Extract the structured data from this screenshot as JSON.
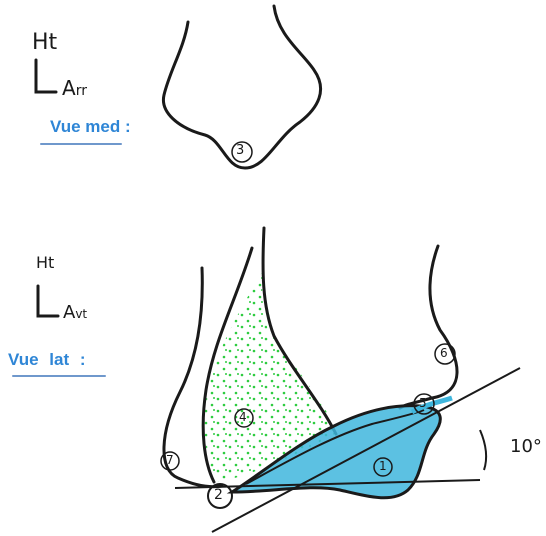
{
  "top_panel": {
    "axis_up": "Ht",
    "axis_side": "A",
    "axis_side_sub": "rr",
    "view_label": "Vue med :",
    "circled_number": "3"
  },
  "bottom_panel": {
    "axis_up": "Ht",
    "axis_side": "A",
    "axis_side_sub": "vt",
    "view_label": "Vue lat :",
    "angle_label": "10°",
    "labels": [
      "1",
      "2",
      "4",
      "5",
      "6",
      "7"
    ]
  },
  "colors": {
    "ink": "#1a1a1a",
    "blue_text": "#2f86d6",
    "blue_fill": "#3fb6dd",
    "green_dots": "#2ecc40"
  }
}
